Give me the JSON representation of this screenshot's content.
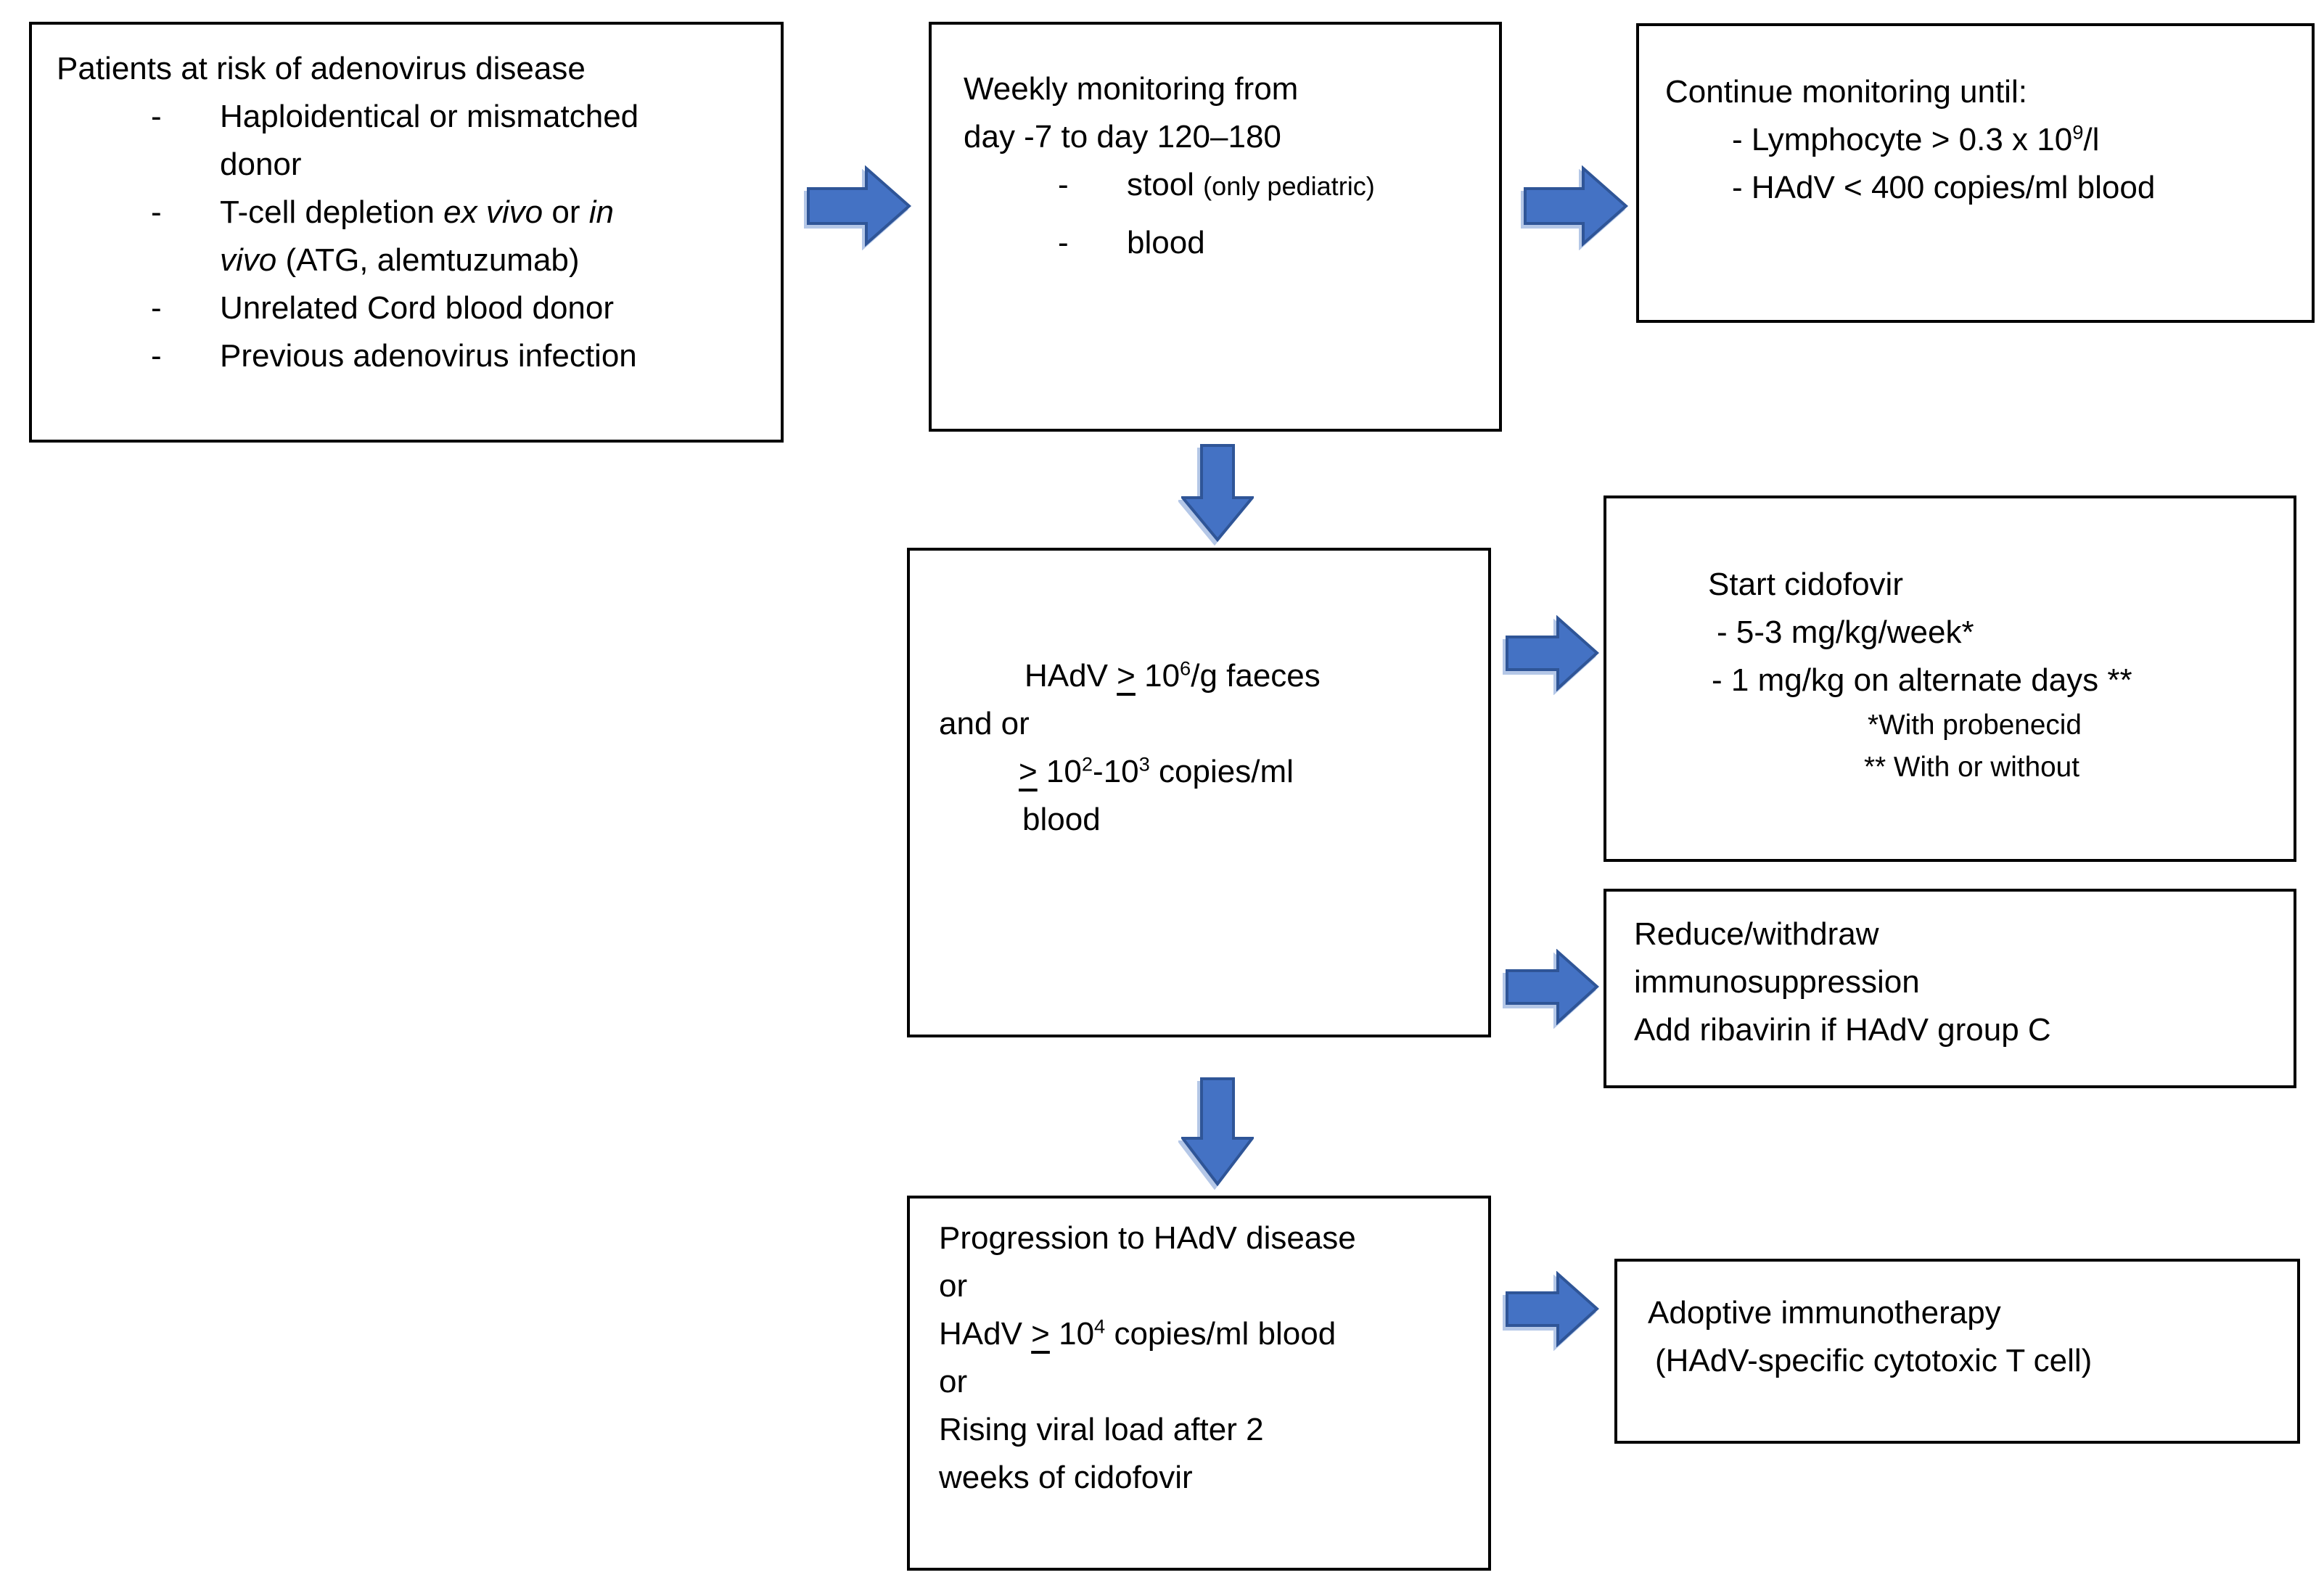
{
  "figure": {
    "arrow_fill": "#4472C4",
    "arrow_border": "#2F5597",
    "box_border": "#000000",
    "background": "#ffffff"
  },
  "boxes": {
    "risk": {
      "bullet": "-",
      "title": "Patients at risk of adenovirus disease",
      "item1": "Haploidentical or mismatched donor",
      "item2_pre": "T-cell depletion ",
      "item2_it1": "ex vivo",
      "item2_mid": " or ",
      "item2_it2": "in vivo",
      "item2_post": " (ATG, alemtuzumab)",
      "item3": "Unrelated Cord blood donor",
      "item4": "Previous adenovirus infection"
    },
    "monitoring": {
      "bullet": "-",
      "line1": "Weekly monitoring from",
      "line2": "day -7 to day 120–180",
      "item1_main": "stool ",
      "item1_note": "(only pediatric)",
      "item2": "blood"
    },
    "continue": {
      "title": "Continue monitoring until:",
      "line1_pre": "- Lymphocyte > 0.3 x 10",
      "line1_sup": "9",
      "line1_post": "/l",
      "line2": "- HAdV < 400 copies/ml blood"
    },
    "threshold": {
      "line1_pre": "HAdV ",
      "line1_ge": ">",
      "line1_mid": " 10",
      "line1_sup": "6",
      "line1_post": "/g faeces",
      "line2": "and or",
      "line3_ge": ">",
      "line3_mid": " 10",
      "line3_sup1": "2",
      "line3_dash": "-10",
      "line3_sup2": "3",
      "line3_post": " copies/ml",
      "line4": "blood"
    },
    "cidofovir": {
      "title": "Start cidofovir",
      "line1": "- 5-3 mg/kg/week*",
      "line2": "- 1 mg/kg on alternate days **",
      "note1": "*With probenecid",
      "note2": "** With or without"
    },
    "reduce": {
      "line1": "Reduce/withdraw",
      "line2": "immunosuppression",
      "line3": "Add ribavirin if HAdV group C"
    },
    "progression": {
      "line1": "Progression to HAdV disease",
      "line2": "or",
      "line3_pre": "HAdV ",
      "line3_ge": ">",
      "line3_mid": " 10",
      "line3_sup": "4",
      "line3_post": " copies/ml blood",
      "line4": "or",
      "line5": "Rising viral load after 2",
      "line6": "weeks of cidofovir"
    },
    "immunotherapy": {
      "line1": "Adoptive immunotherapy",
      "line2": "(HAdV-specific cytotoxic T cell)"
    }
  }
}
